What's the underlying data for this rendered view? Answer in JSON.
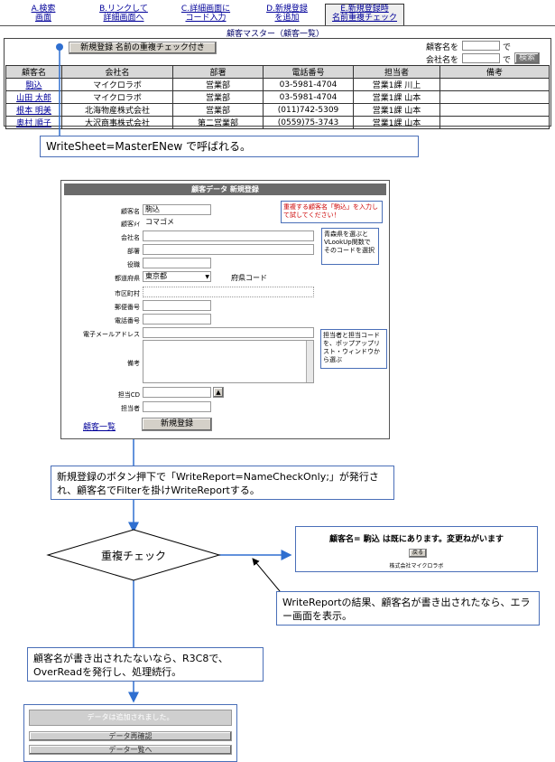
{
  "tabs": [
    {
      "label": "A.検索\n画面"
    },
    {
      "label": "B.リンクして\n詳細画面へ"
    },
    {
      "label": "C.詳細画面に\nコード入力"
    },
    {
      "label": "D.新規登録\nを追加"
    },
    {
      "label": "E.新規登録時\n名前重複チェック"
    }
  ],
  "subtitle": "顧客マスター（顧客一覧）",
  "new_button": "新規登録 名前の重複チェック付き",
  "search": {
    "customer_label": "顧客名を",
    "company_label": "会社名を",
    "suffix": "で",
    "button": "検索"
  },
  "table": {
    "headers": [
      "顧客名",
      "会社名",
      "部署",
      "電話番号",
      "担当者",
      "備考"
    ],
    "rows": [
      [
        "駒込",
        "マイクロラボ",
        "営業部",
        "03-5981-4704",
        "営業1課 川上",
        ""
      ],
      [
        "山田 太郎",
        "マイクロラボ",
        "営業部",
        "03-5981-4704",
        "営業1課 山本",
        ""
      ],
      [
        "根本 明美",
        "北海物産株式会社",
        "営業部",
        "(011)742-5309",
        "営業1課 山本",
        ""
      ],
      [
        "奥村 順子",
        "大沢商事株式会社",
        "第二営業部",
        "(0559)75-3743",
        "営業1課 山本",
        ""
      ]
    ]
  },
  "note1": "WriteSheet=MasterENew で呼ばれる。",
  "form": {
    "header": "顧客データ 新規登録",
    "labels": [
      "顧客名",
      "顧客ﾒｲ",
      "会社名",
      "部署",
      "役職",
      "都道府県",
      "市区町村",
      "郵便番号",
      "電話番号",
      "電子メールアドレス",
      "備考",
      "担当CD",
      "担当者"
    ],
    "name_value": "駒込",
    "kana_value": "コマゴメ",
    "pref_value": "東京都",
    "pref_code_label": "府県コード",
    "link": "顧客一覧",
    "submit": "新規登録",
    "callout_red": "重複する顧客名「駒込」を入力して試してください！",
    "callout_pref": "青森県を選ぶとVLookUp関数でそのコードを選択",
    "callout_staff": "担当者と担当コードを、ポップアップリスト・ウィンドウから選ぶ"
  },
  "note2": "新規登録のボタン押下で「WriteReport=NameCheckOnly;」が発行され、顧客名でFilterを掛けWriteReportする。",
  "diamond": "重複チェック",
  "error_box": {
    "message": "顧客名= 駒込 は既にあります。変更ねがいます",
    "button": "戻る",
    "footer": "株式会社マイクロラボ"
  },
  "note3": "WriteReportの結果、顧客名が書き出されたなら、エラー画面を表示。",
  "note4": "顧客名が書き出されたないなら、R3C8で、OverReadを発行し、処理続行。",
  "done_box": {
    "message": "データは追加されました。",
    "btn1": "データ再確認",
    "btn2": "データ一覧へ"
  }
}
